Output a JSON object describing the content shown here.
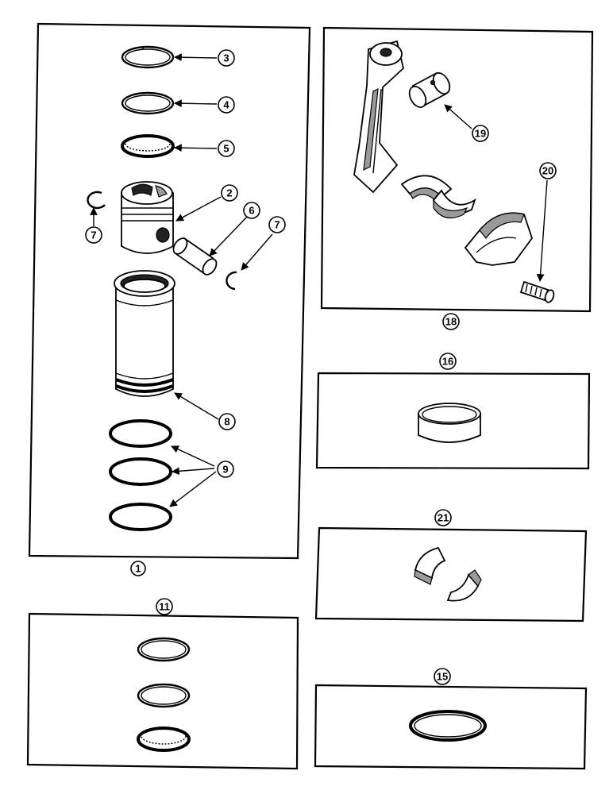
{
  "callouts": {
    "c1": "1",
    "c2": "2",
    "c3": "3",
    "c4": "4",
    "c5": "5",
    "c6": "6",
    "c7a": "7",
    "c7b": "7",
    "c8": "8",
    "c9": "9",
    "c11": "11",
    "c15": "15",
    "c16": "16",
    "c18": "18",
    "c19": "19",
    "c20": "20",
    "c21": "21"
  },
  "parts": [
    "piston-ring-top",
    "piston-ring-second",
    "oil-control-ring",
    "piston",
    "piston-pin",
    "snap-ring",
    "cylinder-sleeve",
    "sleeve-o-rings",
    "piston-ring-set",
    "connecting-rod",
    "pin-bushing",
    "rod-bolt",
    "bushing",
    "bearing-halves",
    "seal-ring"
  ]
}
